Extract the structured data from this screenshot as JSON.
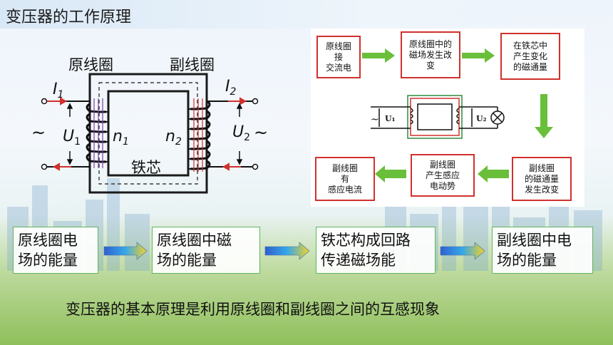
{
  "title": "变压器的工作原理",
  "diagram": {
    "primary_coil_label": "原线圈",
    "secondary_coil_label": "副线圈",
    "core_label": "铁芯",
    "i1": "I",
    "i1_sub": "1",
    "i2": "I",
    "i2_sub": "2",
    "u1": "U",
    "u1_sub": "1",
    "u2": "U",
    "u2_sub": "2",
    "n1": "n",
    "n1_sub": "1",
    "n2": "n",
    "n2_sub": "2",
    "ac_left": "~",
    "ac_right": "~"
  },
  "flowchart": {
    "box1": "原线圈\n接\n交流电",
    "box2": "原线圈中的\n磁场发生改\n变",
    "box3": "在铁芯中\n产生变化\n的磁通量",
    "box4": "副线圈\n的磁通量\n发生改变",
    "box5": "副线圈\n产生感应\n电动势",
    "box6": "副线圈\n有\n感应电流",
    "mini_u1": "U₁",
    "mini_u2": "U₂",
    "mini_ac": "~"
  },
  "stages": [
    "原线圈电\n场的能量",
    "原线圈中磁\n场的能量",
    "铁芯构成回路\n传递磁场能",
    "副线圈中电\n场的能量"
  ],
  "conclusion": "变压器的基本原理是利用原线圈和副线圈之间的互感现象",
  "colors": {
    "flow_border": "#d0312d",
    "flow_arrow": "#6abf3a",
    "stage_border": "#5fb560",
    "current_arrow": "#d0312d",
    "flux_line": "#7a3fa0"
  }
}
